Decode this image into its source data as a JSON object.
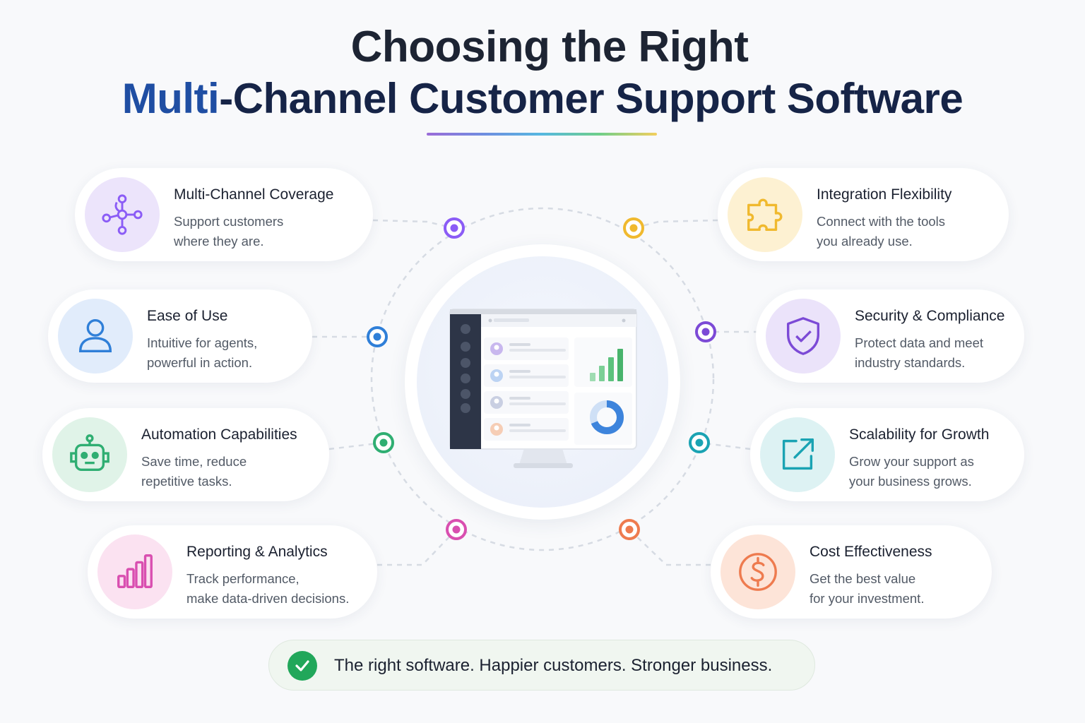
{
  "title": {
    "line1": "Choosing the Right",
    "line2_highlight": "Multi",
    "line2_rest": "-Channel Customer Support Software"
  },
  "features": [
    {
      "title": "Multi-Channel Coverage",
      "desc1": "Support customers",
      "desc2": "where they are.",
      "icon": "network-icon",
      "color": "#8b5cf6"
    },
    {
      "title": "Ease of Use",
      "desc1": "Intuitive for agents,",
      "desc2": "powerful in action.",
      "icon": "user-icon",
      "color": "#2f7fd8"
    },
    {
      "title": "Automation Capabilities",
      "desc1": "Save time, reduce",
      "desc2": "repetitive tasks.",
      "icon": "robot-icon",
      "color": "#2fae72"
    },
    {
      "title": "Reporting & Analytics",
      "desc1": "Track performance,",
      "desc2": "make data-driven decisions.",
      "icon": "bar-chart-icon",
      "color": "#d94fb0"
    },
    {
      "title": "Integration Flexibility",
      "desc1": "Connect with the tools",
      "desc2": "you already use.",
      "icon": "puzzle-icon",
      "color": "#f0b92e"
    },
    {
      "title": "Security & Compliance",
      "desc1": "Protect data and meet",
      "desc2": "industry standards.",
      "icon": "shield-check-icon",
      "color": "#7c4ad6"
    },
    {
      "title": "Scalability for Growth",
      "desc1": "Grow your support as",
      "desc2": "your business grows.",
      "icon": "expand-arrow-icon",
      "color": "#1aa3b3"
    },
    {
      "title": "Cost Effectiveness",
      "desc1": "Get the best value",
      "desc2": "for your investment.",
      "icon": "dollar-coin-icon",
      "color": "#ee7b4f"
    }
  ],
  "footer": {
    "message": "The right software. Happier customers. Stronger business."
  },
  "center_illustration": "monitor-dashboard-icon"
}
